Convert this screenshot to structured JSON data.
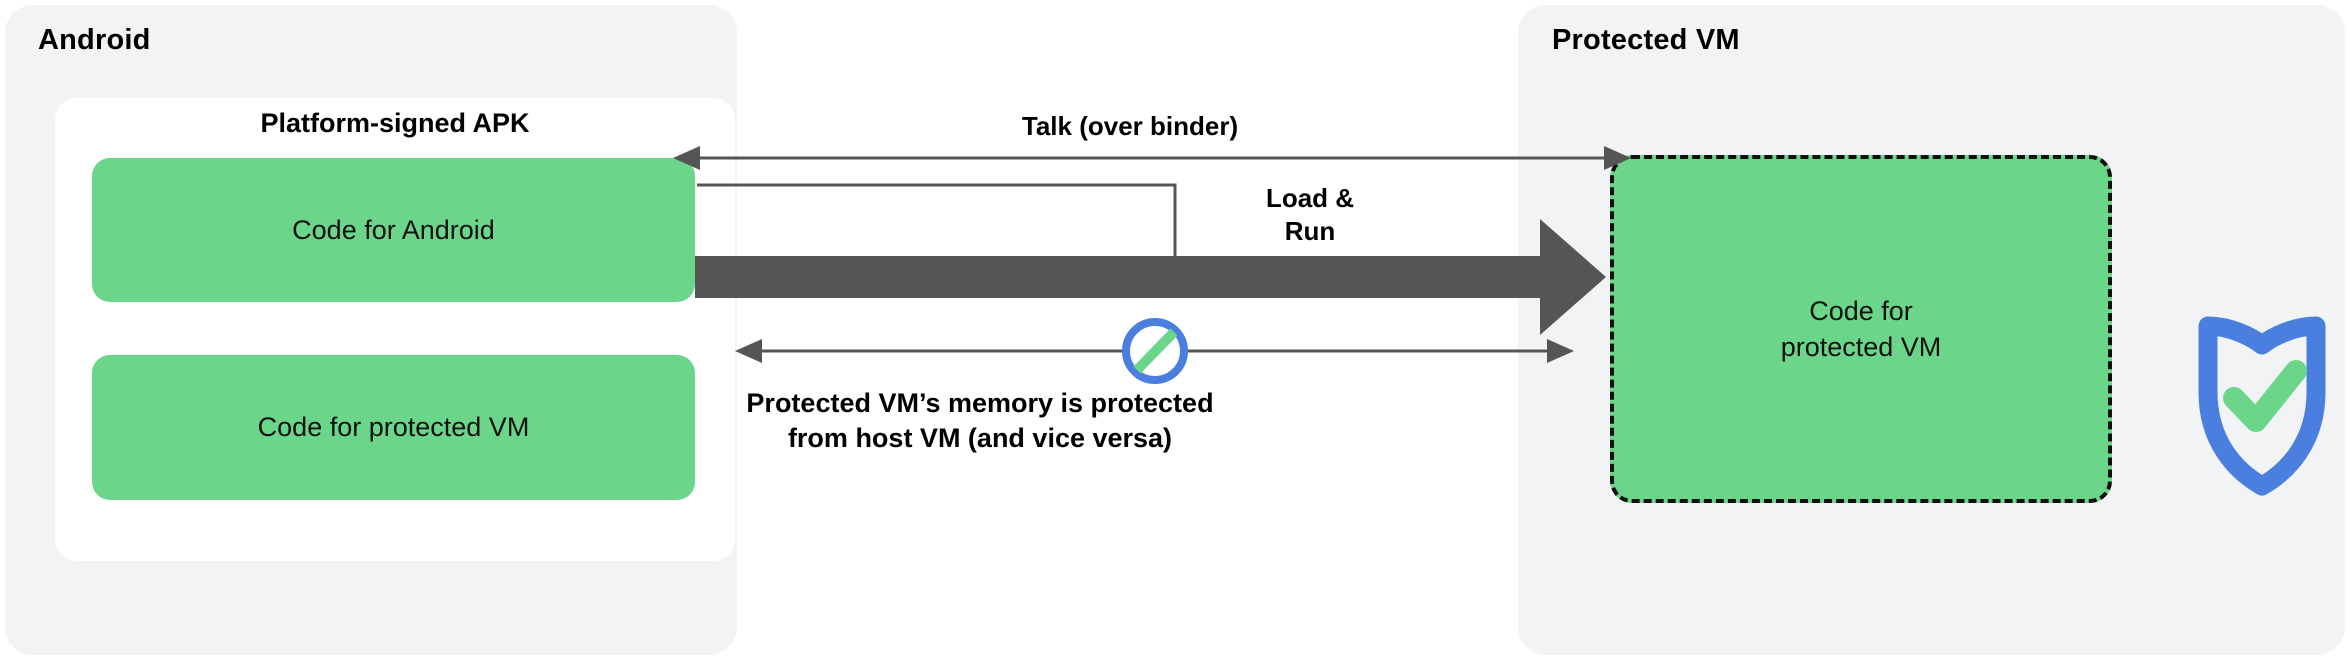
{
  "diagram": {
    "title_android": "Android",
    "title_protected_vm": "Protected VM",
    "apk_title": "Platform-signed APK",
    "box_code_android": "Code for Android",
    "box_code_protected_vm_host": "Code for protected VM",
    "box_code_protected_vm_guest": "Code for\nprotected VM",
    "label_talk": "Talk (over binder)",
    "label_load_run": "Load &\nRun",
    "caption_memory": "Protected VM’s memory is protected\nfrom host VM (and vice versa)",
    "icons": {
      "shield_check": "shield-check-icon",
      "no_entry": "no-entry-icon"
    },
    "colors": {
      "panel_bg": "#f1f3f4",
      "card_bg": "#ffffff",
      "code_green": "#6bd68a",
      "arrow_gray": "#555555",
      "thick_arrow_gray": "#555555",
      "shield_blue": "#4a7fe0",
      "check_green": "#6bd68a",
      "text_black": "#000000",
      "page_bg": "#ffffff"
    }
  }
}
